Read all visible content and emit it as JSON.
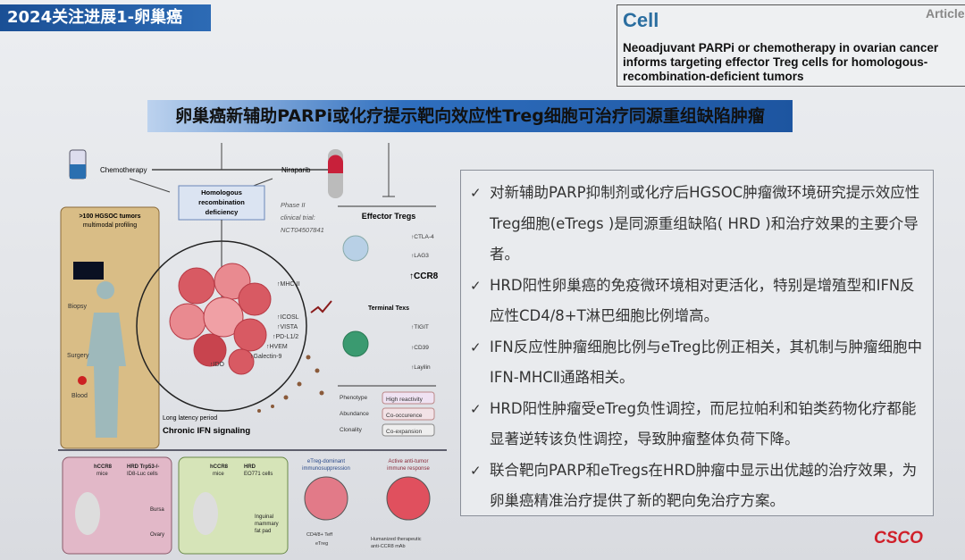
{
  "header": {
    "banner": "2024关注进展1-卵巢癌",
    "subtitle": "卵巢癌新辅助PARPi或化疗提示靶向效应性Treg细胞可治疗同源重组缺陷肿瘤"
  },
  "paper": {
    "journal": "Cell",
    "type": "Article",
    "title": "Neoadjuvant PARPi or chemotherapy in ovarian cancer informs targeting effector Treg cells for homologous-recombination-deficient tumors"
  },
  "figure": {
    "chemotherapy": "Chemotherapy",
    "niraparib": "Niraparib",
    "hrd_box": [
      "Homologous",
      "recombination",
      "deficiency"
    ],
    "trial": [
      "Phase II",
      "clinical trial:",
      "NCT04507841"
    ],
    "profiling": [
      ">100 HGSOC tumors",
      "multimodal profiling"
    ],
    "samples": [
      "Biopsy",
      "Surgery",
      "Blood"
    ],
    "markers": [
      "↑MHC-II",
      "↑ICOSL",
      "↑VISTA",
      "↑PD-L1/2",
      "↑HVEM",
      "↑Galectin-9",
      "↑IDO"
    ],
    "effector_tregs": "Effector Tregs",
    "treg_markers": [
      "↑CTLA-4",
      "↑LAG3",
      "↑CCR8"
    ],
    "terminal_texs": "Terminal Texs",
    "tex_markers": [
      "↑TIGIT",
      "↑CD39",
      "↑Layilin"
    ],
    "features": [
      {
        "label": "Phenotype",
        "value": "High reactivity"
      },
      {
        "label": "Abundance",
        "value": "Co-occurence"
      },
      {
        "label": "Clonality",
        "value": "Co-expansion"
      }
    ],
    "latency": "Long latency period",
    "ifn": "Chronic IFN signaling",
    "mouse1": {
      "a": "hCCR8",
      "b": "mice",
      "c": "HRD Trp53-/-",
      "d": "ID8-Luc cells",
      "e": "Bursa",
      "f": "Ovary"
    },
    "mouse2": {
      "a": "hCCR8",
      "b": "mice",
      "c": "HRD",
      "d": "EO771 cells",
      "e": "Inguinal",
      "f": "mammary",
      "g": "fat pad"
    },
    "tumor1": [
      "eTreg-dominant",
      "immunosuppression"
    ],
    "tumor2": [
      "Active anti-tumor",
      "immune response"
    ],
    "legend": {
      "teff": "CD4/8+ Teff",
      "etreg": "eTreg",
      "mab": [
        "Humanized therapeutic",
        "anti-CCR8 mAb"
      ]
    }
  },
  "bullets": [
    "对新辅助PARP抑制剂或化疗后HGSOC肿瘤微环境研究提示效应性Treg细胞(eTregs )是同源重组缺陷( HRD )和治疗效果的主要介导者。",
    "HRD阳性卵巢癌的免疫微环境相对更活化，特别是增殖型和IFN反应性CD4/8+T淋巴细胞比例增高。",
    "IFN反应性肿瘤细胞比例与eTreg比例正相关，其机制与肿瘤细胞中IFN-MHCⅡ通路相关。",
    "HRD阳性肿瘤受eTreg负性调控，而尼拉帕利和铂类药物化疗都能显著逆转该负性调控，导致肿瘤整体负荷下降。",
    "联合靶向PARP和eTregs在HRD肿瘤中显示出优越的治疗效果，为卵巢癌精准治疗提供了新的靶向免治疗方案。"
  ],
  "check": "✓",
  "logo": "CSCO"
}
